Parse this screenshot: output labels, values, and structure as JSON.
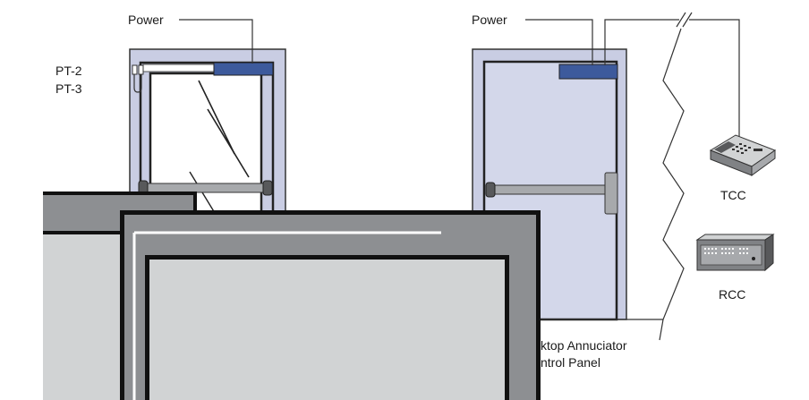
{
  "labels": {
    "power_left": "Power",
    "power_right": "Power",
    "pt2": "PT-2",
    "pt3": "PT-3",
    "tcc": "TCC",
    "rcc": "RCC",
    "annunciator_line1": "ktop Annuciator",
    "annunciator_line2": "ntrol Panel"
  },
  "colors": {
    "frame_fill": "#c9cde3",
    "frame_stroke": "#333333",
    "door_fill": "#d3d7ea",
    "lock_blue": "#3d5a9c",
    "bar_gray": "#a7a9ac",
    "bar_dark": "#58595b",
    "overlay_dark": "#8d8f92",
    "overlay_light": "#d1d3d4",
    "ink": "#1a1a1a"
  },
  "icons": {
    "tcc": "desk-phone-icon",
    "rcc": "remote-control-console-icon",
    "sensor": "door-position-sensor-icon"
  }
}
